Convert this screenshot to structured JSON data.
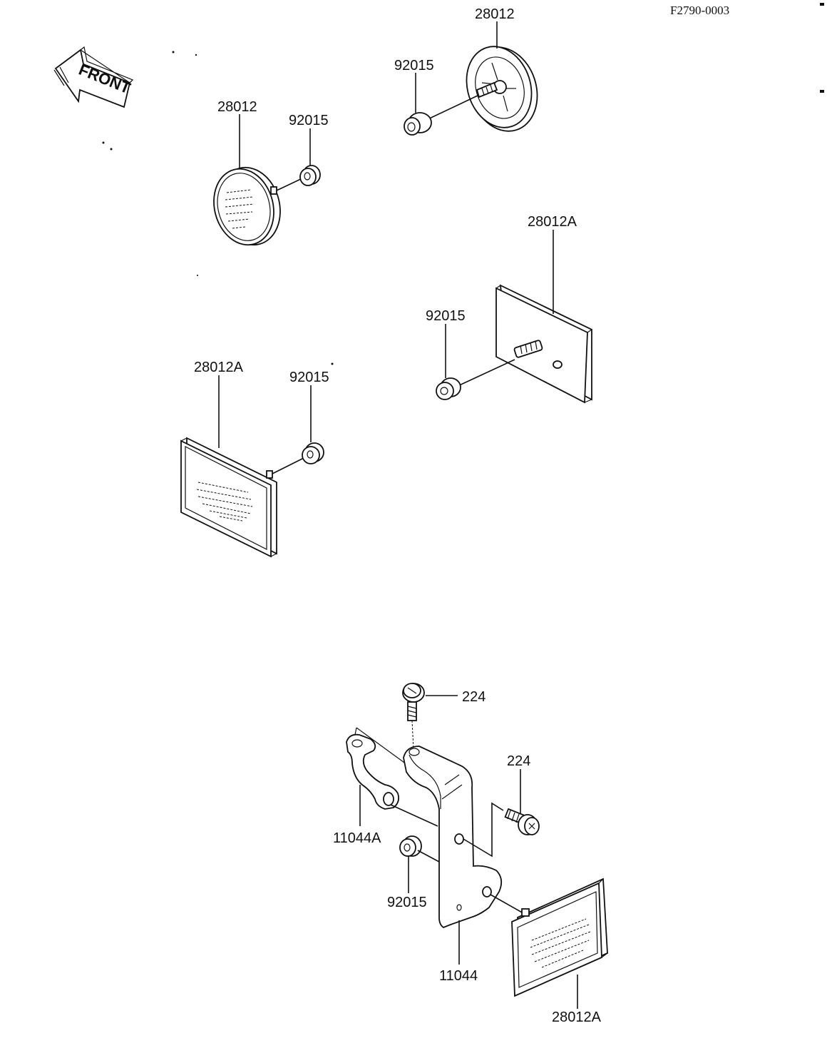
{
  "diagram": {
    "code": "F2790-0003",
    "front_label": "FRONT",
    "labels": {
      "top_reflector_part": "28012",
      "top_reflector_nut": "92015",
      "round_reflector_part": "28012",
      "round_reflector_nut": "92015",
      "rect_right_part": "28012A",
      "rect_right_nut": "92015",
      "rect_left_part": "28012A",
      "rect_left_nut": "92015",
      "bolt_top": "224",
      "bolt_right": "224",
      "bracket_small": "11044A",
      "bracket_nut": "92015",
      "bracket_main": "11044",
      "bottom_reflector_part": "28012A"
    }
  }
}
